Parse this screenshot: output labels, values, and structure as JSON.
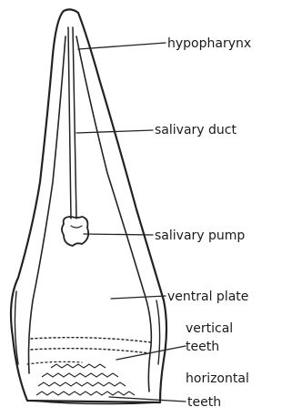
{
  "labels": {
    "hypopharynx": "hypopharynx",
    "salivary_duct": "salivary duct",
    "salivary_pump": "salivary pump",
    "ventral_plate": "ventral plate",
    "vertical_1": "vertical",
    "vertical_2": "teeth",
    "horizontal_1": "horizontal",
    "horizontal_2": "teeth"
  }
}
